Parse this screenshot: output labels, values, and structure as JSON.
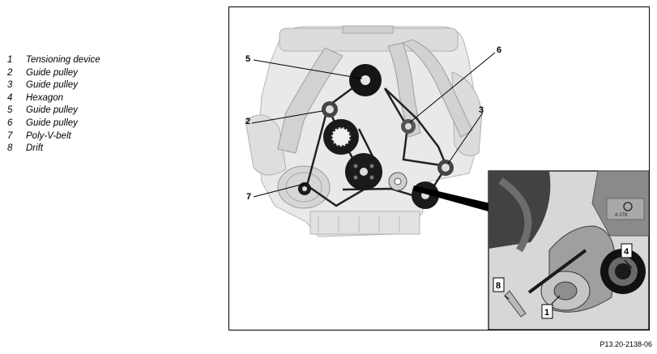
{
  "legend": {
    "items": [
      {
        "num": "1",
        "label": "Tensioning device"
      },
      {
        "num": "2",
        "label": "Guide pulley"
      },
      {
        "num": "3",
        "label": "Guide pulley"
      },
      {
        "num": "4",
        "label": "Hexagon"
      },
      {
        "num": "5",
        "label": "Guide pulley"
      },
      {
        "num": "6",
        "label": "Guide pulley"
      },
      {
        "num": "7",
        "label": "Poly-V-belt"
      },
      {
        "num": "8",
        "label": "Drift"
      }
    ]
  },
  "figure": {
    "callouts": [
      "5",
      "6",
      "2",
      "3",
      "7",
      "4",
      "8",
      "1"
    ],
    "id": "P13.20-2138-06",
    "stamp": "A 278"
  }
}
